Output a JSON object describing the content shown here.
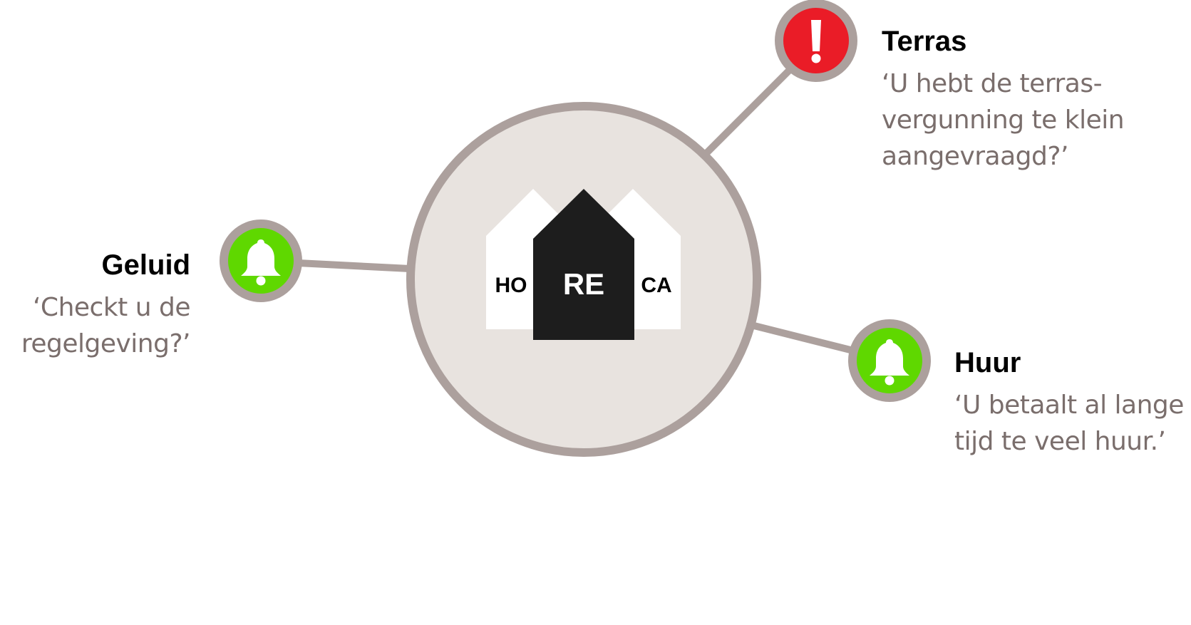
{
  "hub": {
    "left_tag": "HO",
    "center_tag": "RE",
    "right_tag": "CA"
  },
  "items": [
    {
      "id": "terras",
      "status": "alert",
      "icon": "exclamation-icon",
      "title": "Terras",
      "lines": [
        "‘U hebt de terras-",
        "vergunning te klein",
        "aangevraagd?’"
      ]
    },
    {
      "id": "geluid",
      "status": "notice",
      "icon": "bell-icon",
      "title": "Geluid",
      "lines": [
        "‘Checkt u de",
        "regelgeving?’"
      ]
    },
    {
      "id": "huur",
      "status": "notice",
      "icon": "bell-icon",
      "title": "Huur",
      "lines": [
        "‘U betaalt al lange",
        "tijd te veel huur.’"
      ]
    }
  ],
  "colors": {
    "ring": "#aca09d",
    "hub_fill": "#e8e3df",
    "alert": "#ea1c27",
    "notice": "#5fd800",
    "house_dark": "#1d1d1d",
    "house_light": "#ffffff",
    "title_text": "#000000",
    "body_text": "#7a6e6c"
  }
}
